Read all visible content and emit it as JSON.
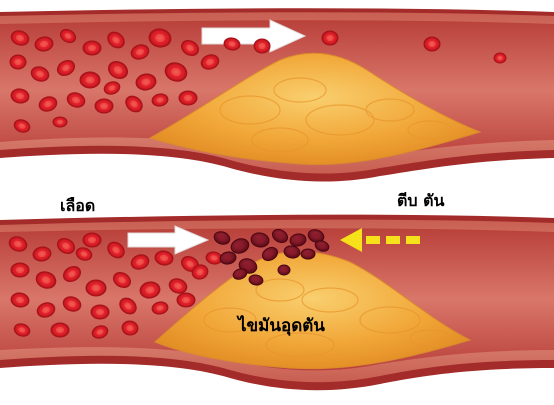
{
  "labels": {
    "blood": "เลือด",
    "narrowed": "ตีบ ตัน",
    "plaque": "ไขมันอุดตัน"
  },
  "colors": {
    "vessel_outer": "#9e2a2a",
    "vessel_wall": "#d9897a",
    "lumen": "#c9544d",
    "red_cell": "#e0202a",
    "red_cell_rim": "#a8121a",
    "clot_cell": "#7a1020",
    "plaque": "#f1a637",
    "plaque_light": "#f7c66a",
    "arrow_white": "#ffffff",
    "arrow_yellow": "#f6e21a"
  }
}
